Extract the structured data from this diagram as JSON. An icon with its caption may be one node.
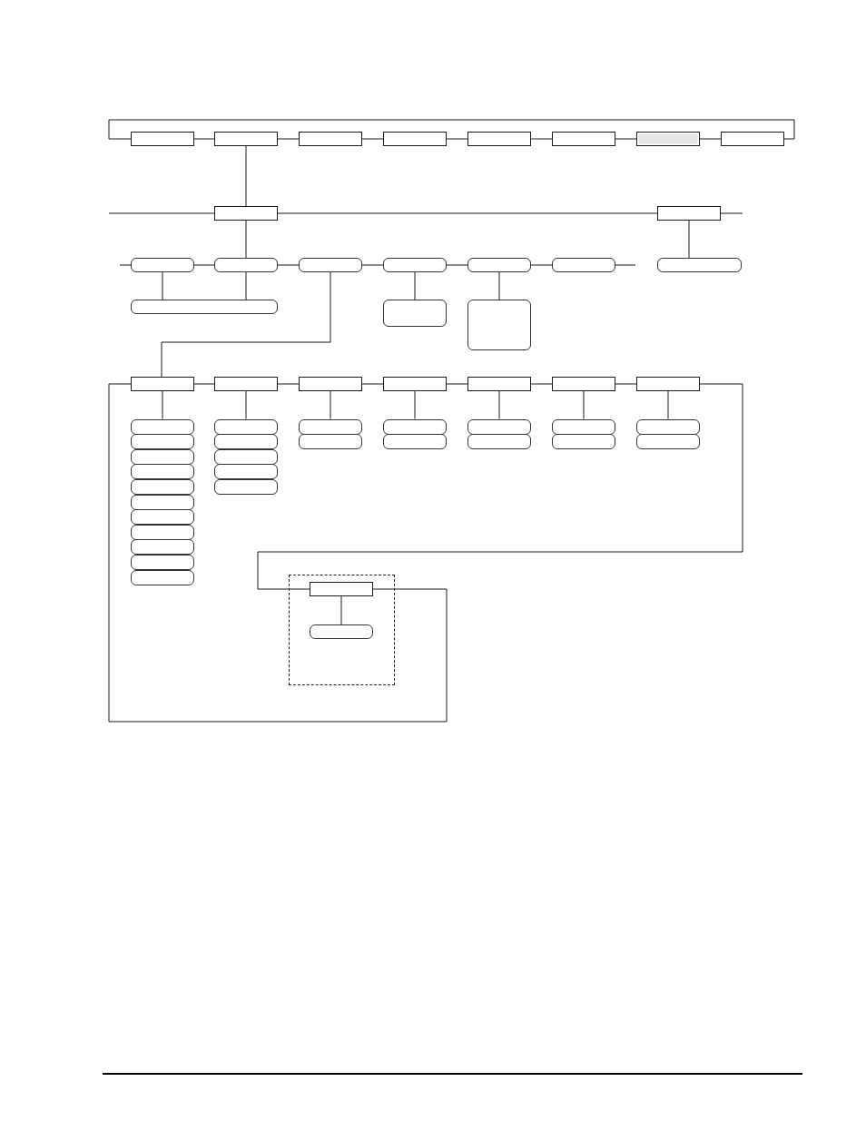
{
  "diagram": {
    "nodes": [
      {
        "text": [],
        "shape": "box"
      },
      {
        "text": [],
        "shape": "box"
      },
      {
        "text": [],
        "shape": "box"
      },
      {
        "text": [],
        "shape": "box"
      },
      {
        "text": [],
        "shape": "box"
      },
      {
        "text": [],
        "shape": "box"
      },
      {
        "text": [],
        "shape": "box"
      },
      {
        "text": [],
        "shape": "box"
      },
      {
        "text": [],
        "shape": "box"
      },
      {
        "text": [],
        "shape": "box"
      },
      {
        "text": [],
        "shape": "rounded"
      },
      {
        "text": [],
        "shape": "rounded"
      },
      {
        "text": [],
        "shape": "rounded"
      },
      {
        "text": [],
        "shape": "rounded"
      },
      {
        "text": [],
        "shape": "rounded"
      },
      {
        "text": [],
        "shape": "rounded"
      },
      {
        "text": [],
        "shape": "rounded"
      },
      {
        "text": [],
        "shape": "rounded"
      },
      {
        "text": [],
        "shape": "rounded"
      },
      {
        "text": [],
        "shape": "rounded"
      },
      {
        "text": [],
        "shape": "box"
      },
      {
        "text": [],
        "shape": "box"
      },
      {
        "text": [],
        "shape": "box"
      },
      {
        "text": [],
        "shape": "box"
      },
      {
        "text": [],
        "shape": "box"
      },
      {
        "text": [],
        "shape": "box"
      },
      {
        "text": [],
        "shape": "box"
      },
      {
        "text": [],
        "shape": "rounded"
      },
      {
        "text": [],
        "shape": "rounded"
      },
      {
        "text": [],
        "shape": "rounded"
      },
      {
        "text": [],
        "shape": "rounded"
      },
      {
        "text": [],
        "shape": "rounded"
      },
      {
        "text": [],
        "shape": "rounded"
      },
      {
        "text": [],
        "shape": "rounded"
      },
      {
        "text": [],
        "shape": "rounded"
      },
      {
        "text": [],
        "shape": "rounded"
      },
      {
        "text": [],
        "shape": "rounded"
      },
      {
        "text": [],
        "shape": "rounded"
      },
      {
        "text": [],
        "shape": "rounded"
      },
      {
        "text": [],
        "shape": "rounded"
      },
      {
        "text": [],
        "shape": "rounded"
      },
      {
        "text": [],
        "shape": "rounded"
      },
      {
        "text": [],
        "shape": "rounded"
      },
      {
        "text": [],
        "shape": "rounded"
      },
      {
        "text": [],
        "shape": "rounded"
      },
      {
        "text": [],
        "shape": "rounded"
      },
      {
        "text": [],
        "shape": "rounded"
      },
      {
        "text": [],
        "shape": "rounded"
      },
      {
        "text": [],
        "shape": "rounded"
      },
      {
        "text": [],
        "shape": "rounded"
      },
      {
        "text": [],
        "shape": "rounded"
      },
      {
        "text": [],
        "shape": "rounded"
      },
      {
        "text": [],
        "shape": "rounded"
      },
      {
        "text": [],
        "shape": "frame"
      },
      {
        "text": [],
        "shape": "box",
        "in": 53
      },
      {
        "text": [],
        "shape": "rounded",
        "in": 53
      }
    ],
    "edges": [
      {
        "from": 0,
        "to": 1,
        "arrow": "none"
      },
      {
        "from": 1,
        "to": 2,
        "arrow": "none"
      },
      {
        "from": 2,
        "to": 3,
        "arrow": "none"
      },
      {
        "from": 3,
        "to": 4,
        "arrow": "none"
      },
      {
        "from": 4,
        "to": 5,
        "arrow": "none"
      },
      {
        "from": 5,
        "to": 6,
        "arrow": "none"
      },
      {
        "from": 6,
        "to": 7,
        "arrow": "none"
      },
      {
        "from": 7,
        "to": 0,
        "arrow": "none"
      },
      {
        "from": 1,
        "to": 8,
        "arrow": "none"
      },
      {
        "from": null,
        "to": 8,
        "arrow": "none"
      },
      {
        "from": 8,
        "to": 9,
        "arrow": "none"
      },
      {
        "from": 9,
        "to": null,
        "arrow": "none"
      },
      {
        "from": 8,
        "to": 11,
        "arrow": "none"
      },
      {
        "from": 9,
        "to": 16,
        "arrow": "none"
      },
      {
        "from": null,
        "to": 10,
        "arrow": "none"
      },
      {
        "from": 10,
        "to": 11,
        "arrow": "none"
      },
      {
        "from": 11,
        "to": 12,
        "arrow": "none"
      },
      {
        "from": 12,
        "to": 13,
        "arrow": "none"
      },
      {
        "from": 13,
        "to": 14,
        "arrow": "none"
      },
      {
        "from": 14,
        "to": 15,
        "arrow": "none"
      },
      {
        "from": 15,
        "to": null,
        "arrow": "none"
      },
      {
        "from": 10,
        "to": 17,
        "arrow": "none"
      },
      {
        "from": 11,
        "to": 17,
        "arrow": "none"
      },
      {
        "from": 13,
        "to": 18,
        "arrow": "none"
      },
      {
        "from": 14,
        "to": 19,
        "arrow": "none"
      },
      {
        "from": 12,
        "to": 20,
        "arrow": "none"
      },
      {
        "from": 20,
        "to": 21,
        "arrow": "none"
      },
      {
        "from": 21,
        "to": 22,
        "arrow": "none"
      },
      {
        "from": 22,
        "to": 23,
        "arrow": "none"
      },
      {
        "from": 23,
        "to": 24,
        "arrow": "none"
      },
      {
        "from": 24,
        "to": 25,
        "arrow": "none"
      },
      {
        "from": 25,
        "to": 26,
        "arrow": "none"
      },
      {
        "from": 26,
        "to": 54,
        "arrow": "none"
      },
      {
        "from": 54,
        "to": 20,
        "arrow": "none"
      },
      {
        "from": 20,
        "to": 27,
        "arrow": "none"
      },
      {
        "from": 21,
        "to": 38,
        "arrow": "none"
      },
      {
        "from": 22,
        "to": 43,
        "arrow": "none"
      },
      {
        "from": 23,
        "to": 45,
        "arrow": "none"
      },
      {
        "from": 24,
        "to": 47,
        "arrow": "none"
      },
      {
        "from": 25,
        "to": 49,
        "arrow": "none"
      },
      {
        "from": 26,
        "to": 51,
        "arrow": "none"
      },
      {
        "from": 54,
        "to": 55,
        "arrow": "none"
      }
    ]
  }
}
